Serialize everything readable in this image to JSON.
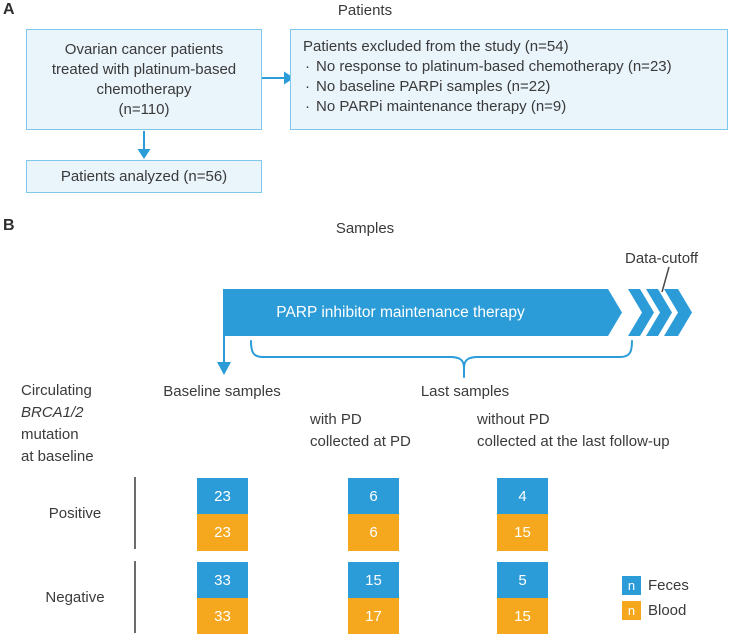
{
  "colors": {
    "blue": "#2b9cd8",
    "orange": "#f5a81e",
    "light_blue_fill": "#e9f4fb",
    "light_blue_border": "#7ec8eb",
    "text": "#3a3a3a"
  },
  "panel_a": {
    "label": "A",
    "title": "Patients",
    "main_box": {
      "lines": [
        "Ovarian cancer patients",
        "treated with platinum-based",
        "chemotherapy",
        "(n=110)"
      ]
    },
    "excluded_box": {
      "title": "Patients excluded from the study (n=54)",
      "bullet_char": "·",
      "bullets": [
        "No response to platinum-based chemotherapy (n=23)",
        "No baseline PARPi samples (n=22)",
        "No PARPi maintenance therapy (n=9)"
      ]
    },
    "analyzed_box": {
      "text": "Patients analyzed (n=56)"
    }
  },
  "panel_b": {
    "label": "B",
    "title": "Samples",
    "data_cutoff_label": "Data-cutoff",
    "bar_label": "PARP inhibitor maintenance therapy",
    "baseline_label": "Baseline samples",
    "last_samples_label": "Last samples",
    "with_pd": {
      "line1": "with PD",
      "line2": "collected at PD"
    },
    "without_pd": {
      "line1": "without PD",
      "line2": "collected at the last follow-up"
    },
    "row_header": {
      "line1": "Circulating",
      "line2": "BRCA1/2",
      "line3": "mutation",
      "line4": "at baseline"
    },
    "rows": [
      {
        "label": "Positive",
        "baseline": {
          "feces": 23,
          "blood": 23
        },
        "with_pd": {
          "feces": 6,
          "blood": 6
        },
        "without_pd": {
          "feces": 4,
          "blood": 15
        }
      },
      {
        "label": "Negative",
        "baseline": {
          "feces": 33,
          "blood": 33
        },
        "with_pd": {
          "feces": 15,
          "blood": 17
        },
        "without_pd": {
          "feces": 5,
          "blood": 15
        }
      }
    ],
    "legend": [
      {
        "symbol": "n",
        "label": "Feces",
        "color": "#2b9cd8"
      },
      {
        "symbol": "n",
        "label": "Blood",
        "color": "#f5a81e"
      }
    ]
  }
}
